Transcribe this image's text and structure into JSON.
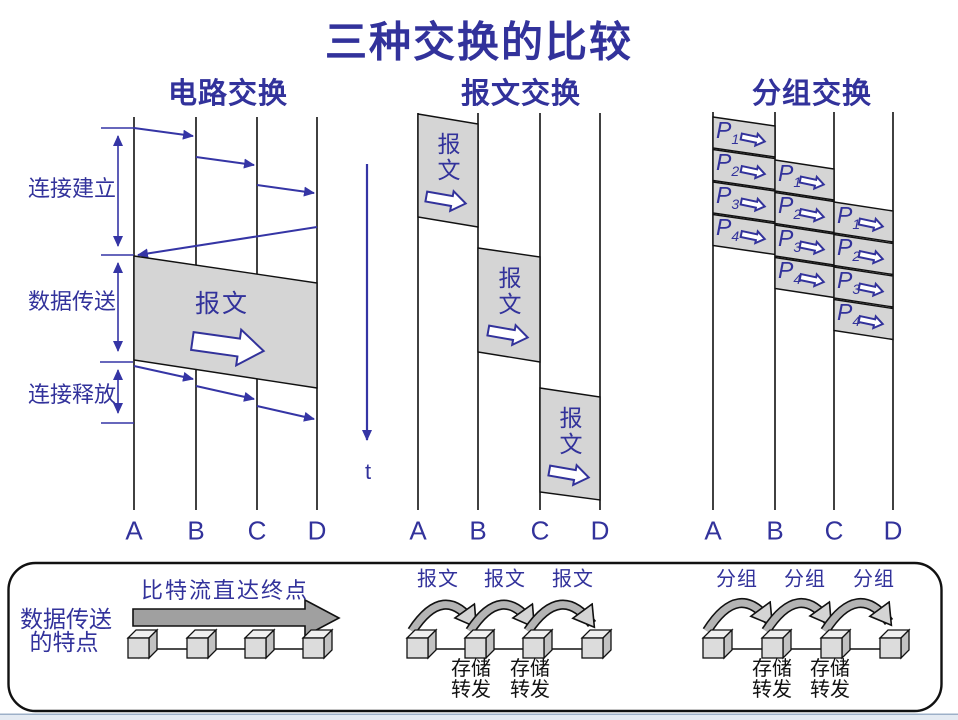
{
  "title": "三种交换的比较",
  "columns": {
    "circuit": {
      "header": "电路交换"
    },
    "message": {
      "header": "报文交换"
    },
    "packet": {
      "header": "分组交换"
    }
  },
  "phases": {
    "setup": "连接建立",
    "transfer": "数据传送",
    "release": "连接释放"
  },
  "message_label": "报文",
  "time_axis_label": "t",
  "nodes": [
    "A",
    "B",
    "C",
    "D"
  ],
  "packets": [
    {
      "p": "P",
      "sub": "1"
    },
    {
      "p": "P",
      "sub": "2"
    },
    {
      "p": "P",
      "sub": "3"
    },
    {
      "p": "P",
      "sub": "4"
    }
  ],
  "bottom_panel": {
    "caption_line1": "数据传送",
    "caption_line2": "的特点",
    "circuit_feature": "比特流直达终点",
    "message_hop": "报文",
    "packet_hop": "分组",
    "store": "存储",
    "forward": "转发"
  },
  "colors": {
    "navy": "#32329B",
    "shape_outline": "#111111",
    "gray_fill": "#D5D5D5",
    "big_arrow_gray": "#A0A0A0",
    "footer_bar": "#E4EAF2"
  }
}
